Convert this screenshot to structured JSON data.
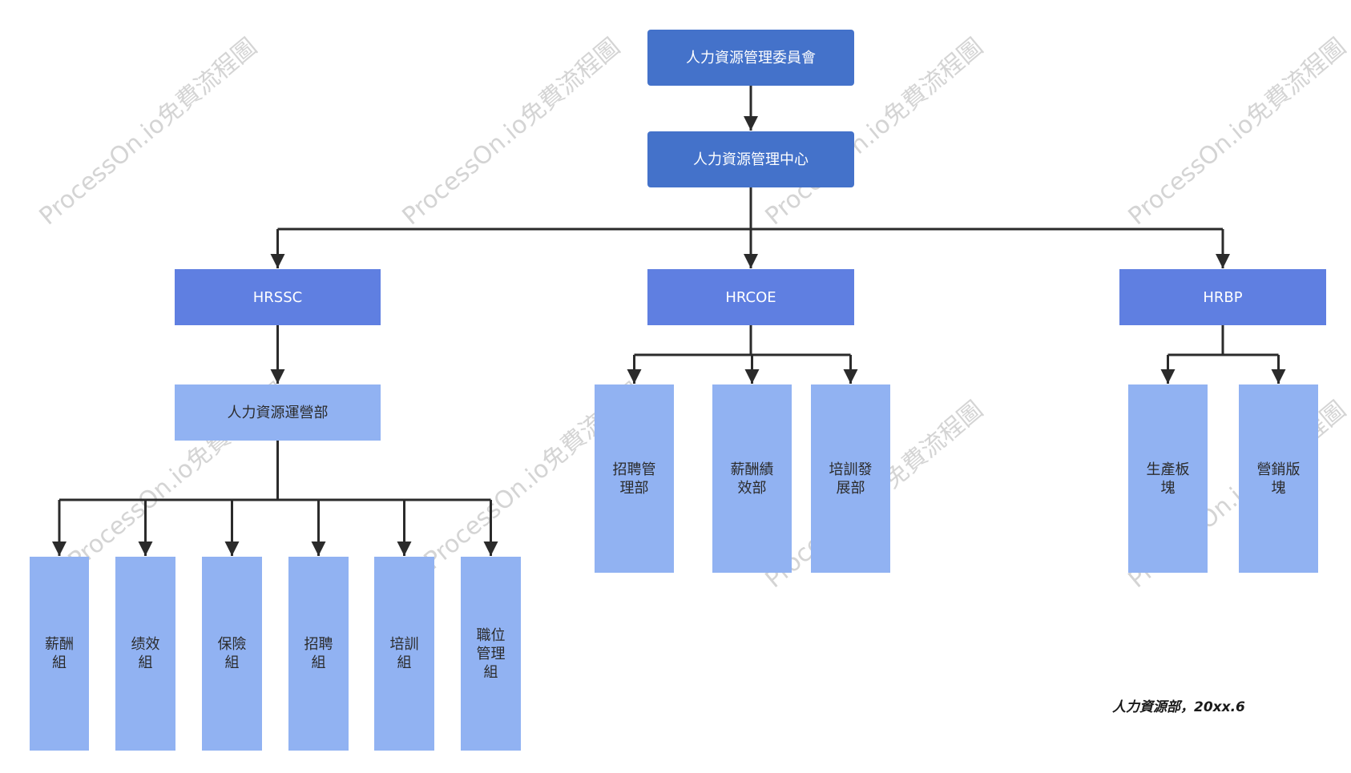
{
  "chart": {
    "nodes": [
      {
        "id": "committee",
        "label": "人力資源管理委員會",
        "fill": "#4472CA",
        "text_color": "#FFFFFF"
      },
      {
        "id": "center",
        "label": "人力資源管理中心",
        "fill": "#4472CA",
        "text_color": "#FFFFFF"
      },
      {
        "id": "hrssc",
        "label": "HRSSC",
        "fill": "#5F7FE1",
        "text_color": "#FFFFFF"
      },
      {
        "id": "hrcoe",
        "label": "HRCOE",
        "fill": "#5F7FE1",
        "text_color": "#FFFFFF"
      },
      {
        "id": "hrbp",
        "label": "HRBP",
        "fill": "#5F7FE1",
        "text_color": "#FFFFFF"
      },
      {
        "id": "ops",
        "label": "人力資源運營部",
        "fill": "#91B2F2",
        "text_color": "#2B2B2B"
      },
      {
        "id": "comp",
        "label": "薪酬\n組",
        "fill": "#91B2F2",
        "text_color": "#2B2B2B"
      },
      {
        "id": "perf",
        "label": "绩效\n組",
        "fill": "#91B2F2",
        "text_color": "#2B2B2B"
      },
      {
        "id": "insur",
        "label": "保險\n組",
        "fill": "#91B2F2",
        "text_color": "#2B2B2B"
      },
      {
        "id": "recruit",
        "label": "招聘\n組",
        "fill": "#91B2F2",
        "text_color": "#2B2B2B"
      },
      {
        "id": "train",
        "label": "培訓\n組",
        "fill": "#91B2F2",
        "text_color": "#2B2B2B"
      },
      {
        "id": "position",
        "label": "職位\n管理\n組",
        "fill": "#91B2F2",
        "text_color": "#2B2B2B"
      },
      {
        "id": "recruit_mgmt",
        "label": "招聘管\n理部",
        "fill": "#91B2F2",
        "text_color": "#2B2B2B"
      },
      {
        "id": "comp_perf",
        "label": "薪酬績\n效部",
        "fill": "#91B2F2",
        "text_color": "#2B2B2B"
      },
      {
        "id": "train_dev",
        "label": "培訓發\n展部",
        "fill": "#91B2F2",
        "text_color": "#2B2B2B"
      },
      {
        "id": "production",
        "label": "生產板\n塊",
        "fill": "#91B2F2",
        "text_color": "#2B2B2B"
      },
      {
        "id": "marketing",
        "label": "營銷版\n塊",
        "fill": "#91B2F2",
        "text_color": "#2B2B2B"
      }
    ],
    "edges": [
      {
        "from": "committee",
        "to": "center"
      },
      {
        "from": "center",
        "to": "hrssc"
      },
      {
        "from": "center",
        "to": "hrcoe"
      },
      {
        "from": "center",
        "to": "hrbp"
      },
      {
        "from": "hrssc",
        "to": "ops"
      },
      {
        "from": "ops",
        "to": "comp"
      },
      {
        "from": "ops",
        "to": "perf"
      },
      {
        "from": "ops",
        "to": "insur"
      },
      {
        "from": "ops",
        "to": "recruit"
      },
      {
        "from": "ops",
        "to": "train"
      },
      {
        "from": "ops",
        "to": "position"
      },
      {
        "from": "hrcoe",
        "to": "recruit_mgmt"
      },
      {
        "from": "hrcoe",
        "to": "comp_perf"
      },
      {
        "from": "hrcoe",
        "to": "train_dev"
      },
      {
        "from": "hrbp",
        "to": "production"
      },
      {
        "from": "hrbp",
        "to": "marketing"
      }
    ],
    "connector_color": "#2B2B2B"
  },
  "footer": {
    "note": "人力資源部，20xx.6"
  },
  "watermark": {
    "text": "ProcessOn.io免費流程圖",
    "color": "#D4D4D4"
  }
}
